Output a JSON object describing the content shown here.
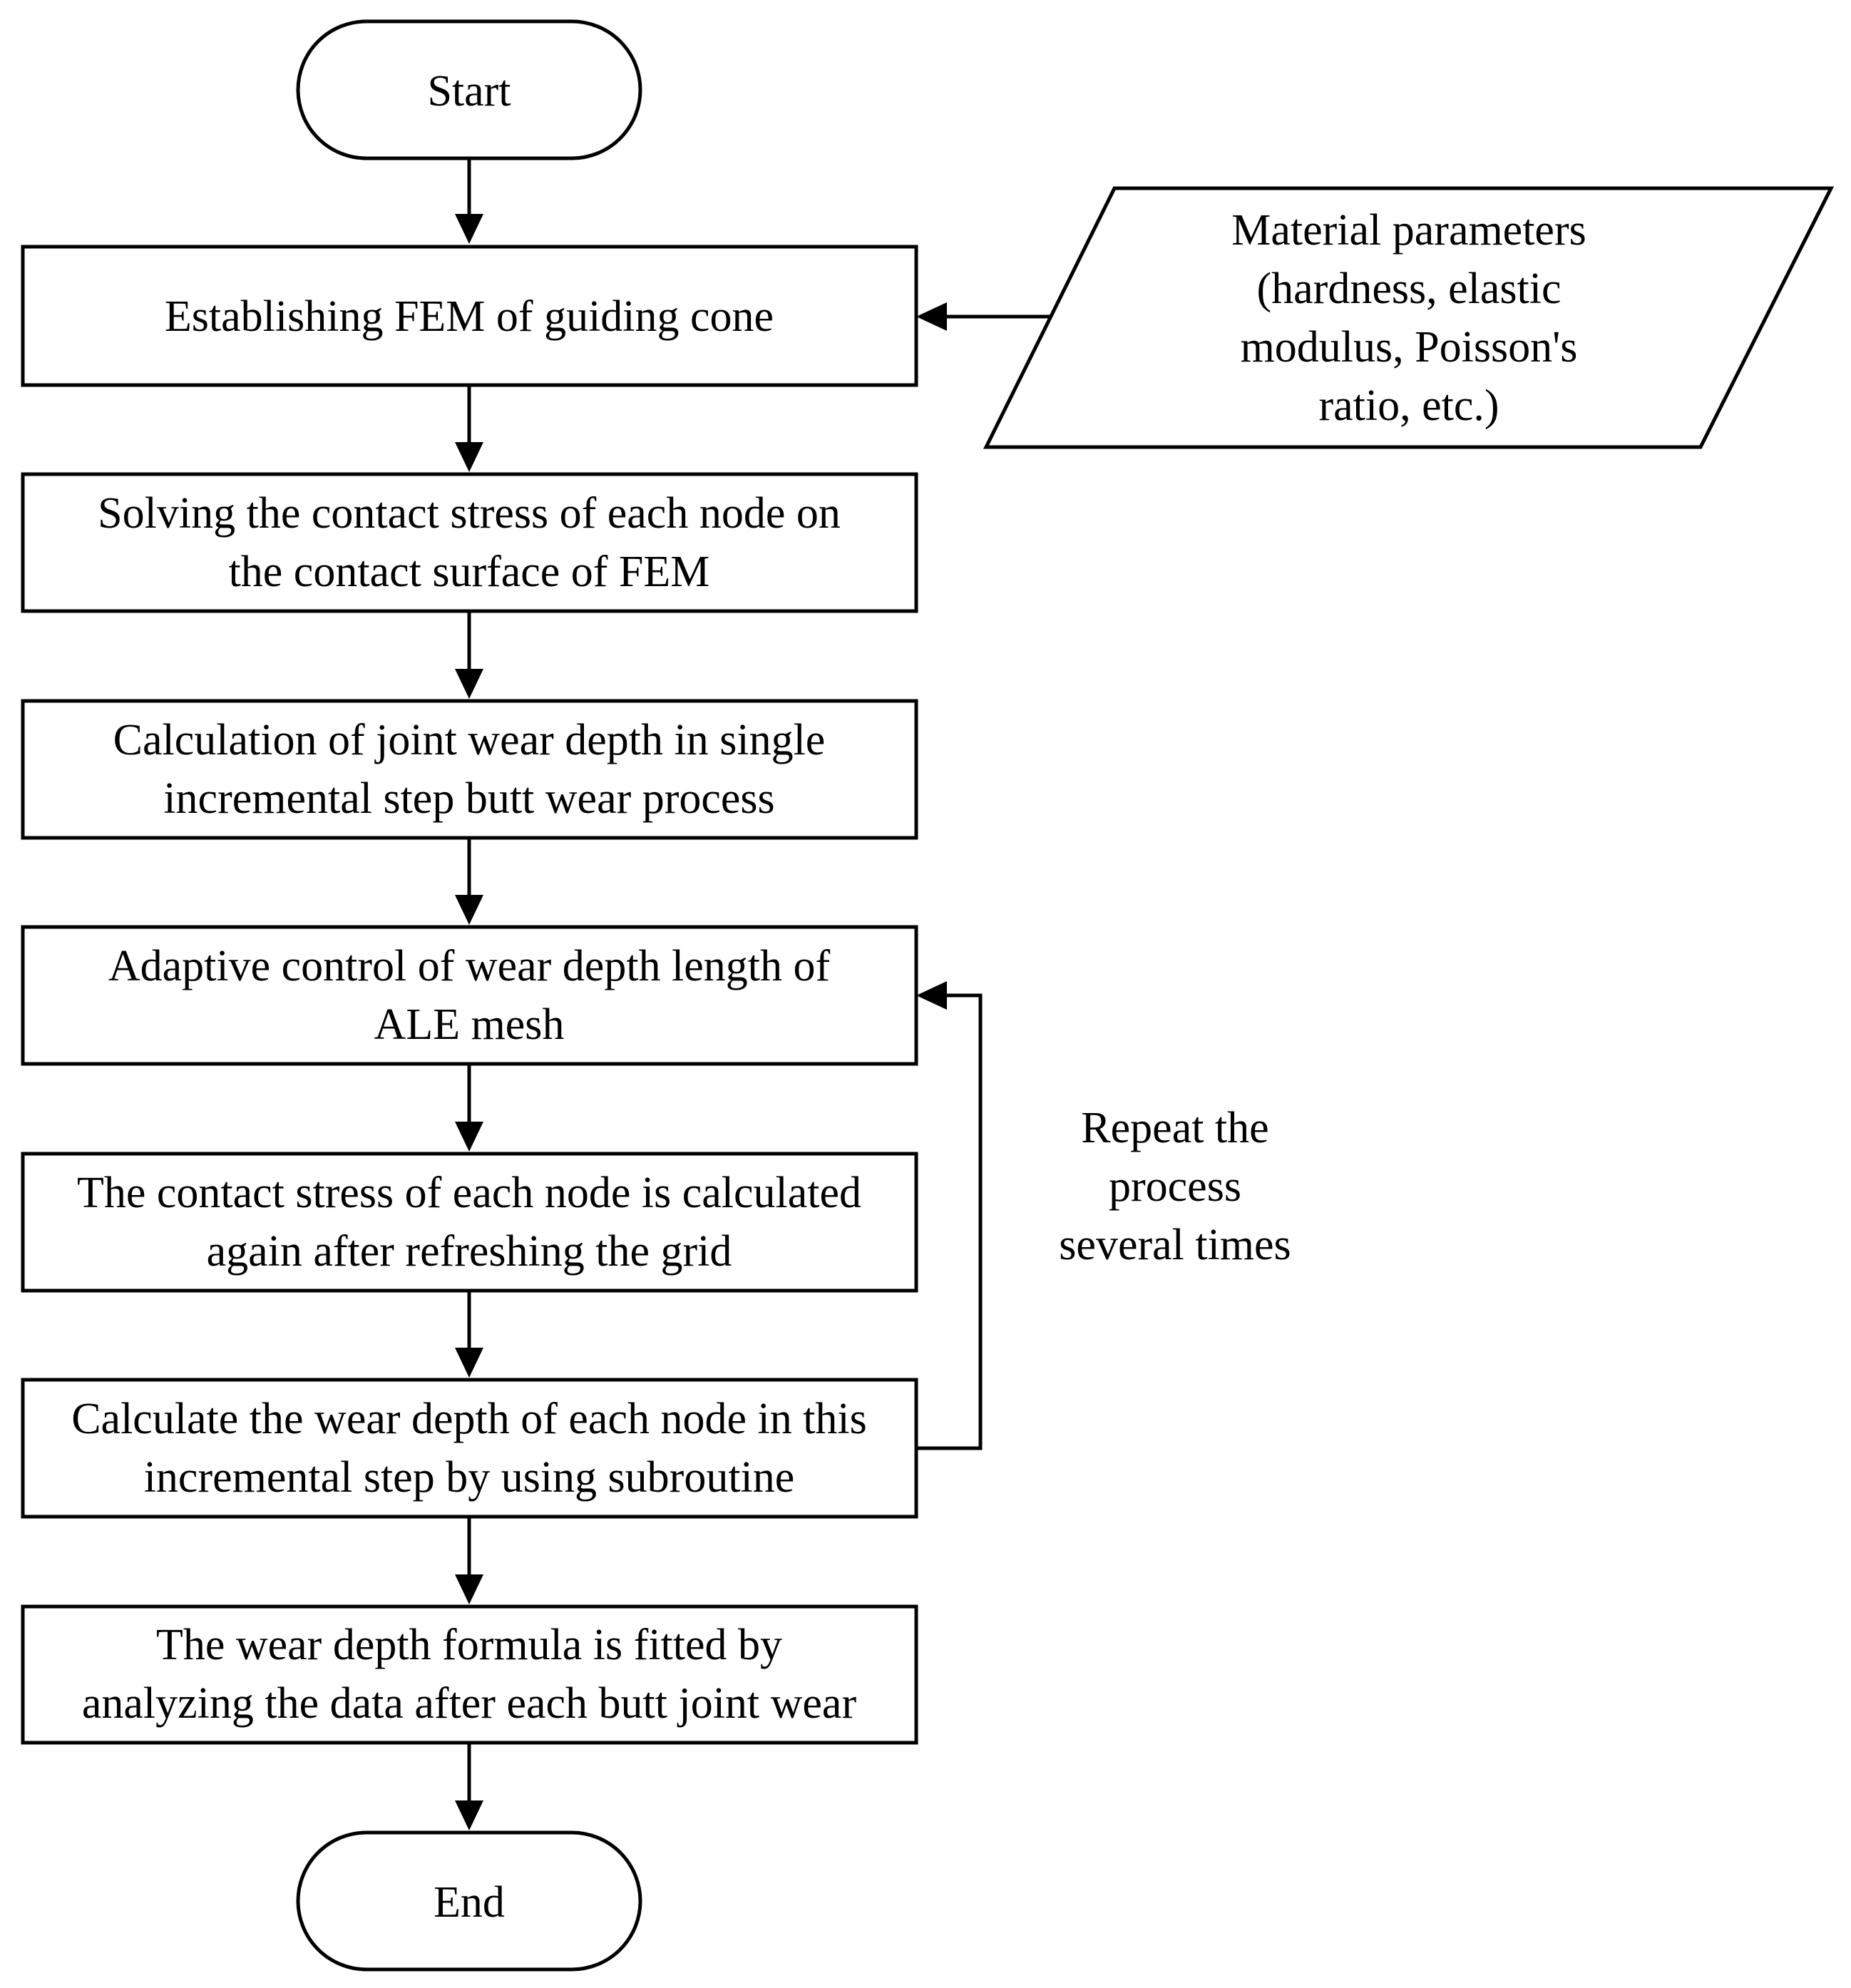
{
  "nodes": {
    "start": "Start",
    "establish": "Establishing FEM of guiding cone",
    "solve": [
      "Solving the contact stress of each node on",
      "the contact surface of FEM"
    ],
    "calc_joint": [
      "Calculation of joint wear depth in single",
      "incremental step butt wear process"
    ],
    "adaptive": [
      "Adaptive control of wear depth length of",
      "ALE mesh"
    ],
    "recalc": [
      "The contact stress of each node is calculated",
      "again after refreshing the grid"
    ],
    "subroutine": [
      "Calculate the wear depth of each node in this",
      "incremental step by using subroutine"
    ],
    "fit": [
      "The wear depth formula is fitted by",
      "analyzing the data after each butt joint wear"
    ],
    "end": "End",
    "material": [
      "Material parameters",
      "(hardness, elastic",
      "modulus, Poisson's",
      "ratio,  etc.)"
    ]
  },
  "loop_label": [
    "Repeat the",
    "process",
    "several times"
  ]
}
